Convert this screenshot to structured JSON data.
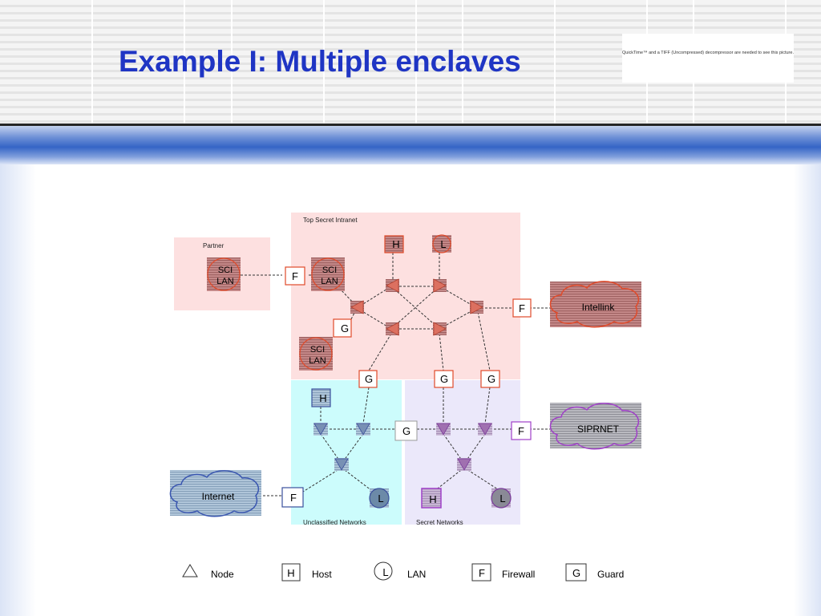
{
  "title": "Example I: Multiple enclaves",
  "quicktime_notice": "QuickTime™ and a TIFF (Uncompressed) decompressor are needed to see this picture.",
  "regions": {
    "top_secret": "Top Secret Intranet",
    "partner": "Partner",
    "unclassified": "Unclassified Networks",
    "secret": "Secret Networks"
  },
  "clouds": {
    "intellink": "Intellink",
    "siprnet": "SIPRNET",
    "internet": "Internet"
  },
  "sci_lan_lines": [
    "SCI",
    "LAN"
  ],
  "box_labels": {
    "host": "H",
    "lan": "L",
    "firewall": "F",
    "guard": "G"
  },
  "legend": [
    {
      "symbol": "",
      "label": "Node"
    },
    {
      "symbol": "H",
      "label": "Host"
    },
    {
      "symbol": "L",
      "label": "LAN"
    },
    {
      "symbol": "F",
      "label": "Firewall"
    },
    {
      "symbol": "G",
      "label": "Guard"
    }
  ],
  "colors": {
    "title": "#1f35c4",
    "top_secret_fill": "#fde0e0",
    "top_secret_stroke": "#e05a3a",
    "unclassified_fill": "#ccfcfc",
    "unclassified_stroke": "#3a4f9c",
    "secret_fill": "#ebe8fa",
    "secret_stroke": "#a045c8"
  }
}
